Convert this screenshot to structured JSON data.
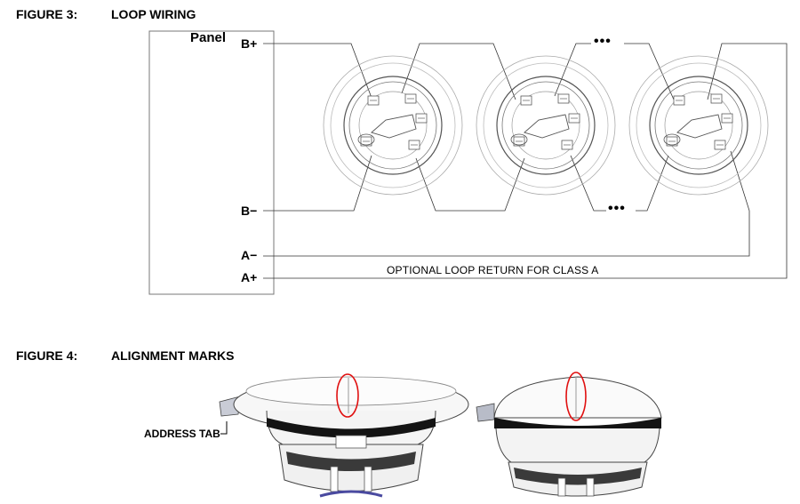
{
  "figure3": {
    "number": "FIGURE 3:",
    "title": "LOOP WIRING",
    "panel_label": "Panel",
    "terminals": {
      "b_plus": "B+",
      "b_minus": "B−",
      "a_minus": "A−",
      "a_plus": "A+"
    },
    "continuation_top": "•••",
    "continuation_bottom": "•••",
    "class_a_note": "OPTIONAL LOOP RETURN FOR CLASS A"
  },
  "figure4": {
    "number": "FIGURE 4:",
    "title": "ALIGNMENT MARKS",
    "address_tab_label": "ADDRESS TAB",
    "highlight_color": "#e01010"
  }
}
